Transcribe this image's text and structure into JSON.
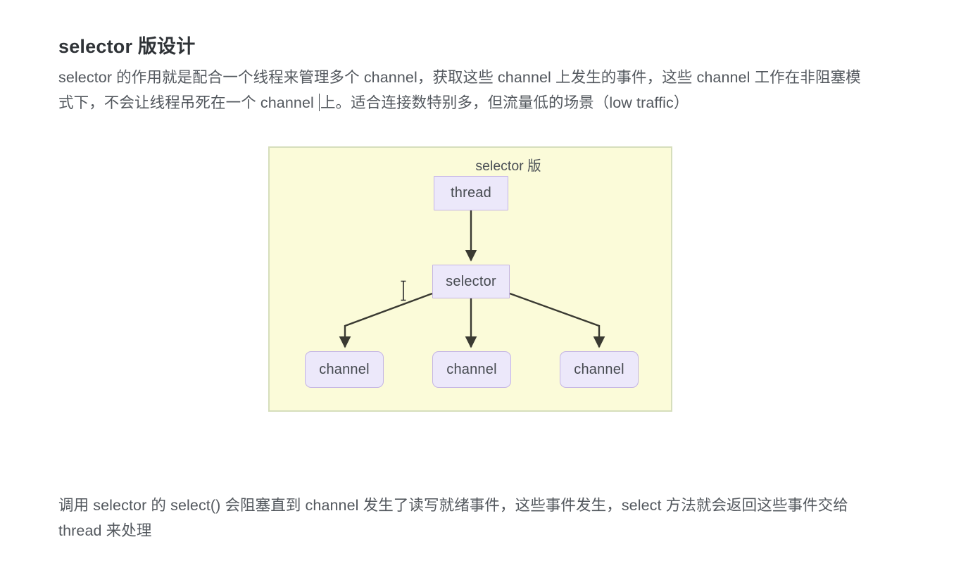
{
  "page": {
    "background_color": "#ffffff",
    "text_color": "#53585e"
  },
  "heading": {
    "text": "selector 版设计"
  },
  "paragraphs": {
    "intro_part1": "selector 的作用就是配合一个线程来管理多个 channel，获取这些 channel 上发生的事件，这些 channel 工作在非阻塞模式下，不会让线程吊死在一个 channel ",
    "intro_part2": "上。适合连接数特别多，但流量低的场景（low traffic）",
    "outro": "调用 selector 的 select() 会阻塞直到 channel 发生了读写就绪事件，这些事件发生，select 方法就会返回这些事件交给 thread 来处理"
  },
  "diagram": {
    "title": "selector 版",
    "panel_background": "#fbfbd9",
    "panel_border": "#d6debc",
    "node_fill": "#ece8fa",
    "node_border": "#c4b4e4",
    "edge_color": "#3a3a32",
    "nodes": [
      {
        "id": "thread",
        "label": "thread",
        "shape": "rect"
      },
      {
        "id": "selector",
        "label": "selector",
        "shape": "rect"
      },
      {
        "id": "channel-0",
        "label": "channel",
        "shape": "rounded-rect"
      },
      {
        "id": "channel-1",
        "label": "channel",
        "shape": "rounded-rect"
      },
      {
        "id": "channel-2",
        "label": "channel",
        "shape": "rounded-rect"
      }
    ],
    "edges": [
      {
        "from": "thread",
        "to": "selector"
      },
      {
        "from": "selector",
        "to": "channel-0"
      },
      {
        "from": "selector",
        "to": "channel-1"
      },
      {
        "from": "selector",
        "to": "channel-2"
      }
    ]
  },
  "cursors": {
    "text_caret_visible": true,
    "mouse_ibeam_visible": true
  }
}
